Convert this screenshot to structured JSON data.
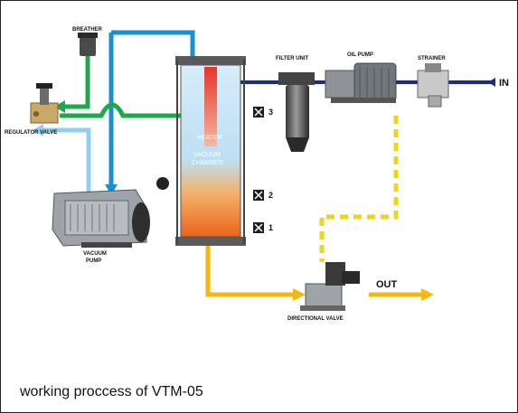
{
  "labels": {
    "breather": "BREATHER",
    "regulator_valve": "REGULATOR VALVE",
    "vacuum_pump_line1": "VACUUM",
    "vacuum_pump_line2": "PUMP",
    "heater": "HEATER",
    "vacuum_chamber_line1": "VACUUM",
    "vacuum_chamber_line2": "CHAMBER",
    "filter_unit": "FILTER UNIT",
    "oil_pump": "OIL PUMP",
    "strainer": "STRAINER",
    "in": "IN",
    "out": "OUT",
    "directional_valve": "DIRECTIONAL VALVE"
  },
  "sensors": [
    "3",
    "2",
    "1"
  ],
  "caption": "working proccess of VTM-05",
  "colors": {
    "air_line": "#1a8fd6",
    "return_line": "#1fa84a",
    "exhaust_line": "#8fd0f2",
    "oil_in_line": "#1c2a8a",
    "oil_out_line": "#f2b90f",
    "heater": "#e8352a",
    "chamber_top": "#cfe7f6",
    "chamber_bottom": "#f07a1a"
  }
}
